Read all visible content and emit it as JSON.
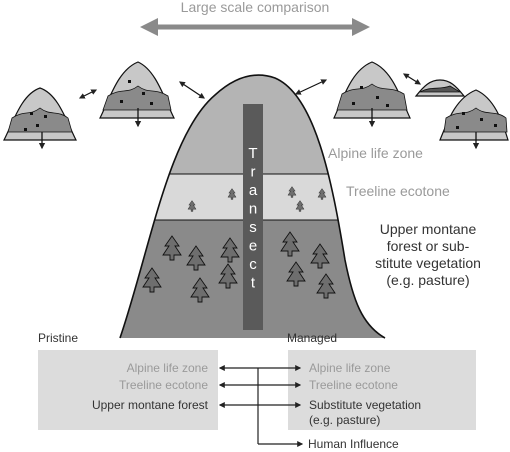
{
  "top": {
    "title": "Large scale comparison"
  },
  "mountain": {
    "zones": {
      "alpine": "Alpine life zone",
      "treeline": "Treeline ecotone",
      "forest_lines": [
        "Upper montane",
        "forest or sub-",
        "stitute vegetation",
        "(e.g. pasture)"
      ]
    },
    "transect_letters": [
      "T",
      "r",
      "a",
      "n",
      "s",
      "e",
      "c",
      "t"
    ]
  },
  "comparison": {
    "pristine_label": "Pristine",
    "managed_label": "Managed",
    "pristine_rows": [
      "Alpine life zone",
      "Treeline ecotone",
      "Upper montane forest"
    ],
    "managed_rows": [
      "Alpine life zone",
      "Treeline ecotone",
      "Substitute vegetation",
      "(e.g. pasture)"
    ],
    "human_influence": "Human Influence"
  },
  "colors": {
    "alpine": "#b4b4b4",
    "treeline": "#d9d9d9",
    "forest": "#8a8a8a",
    "transect": "#5a5a5a",
    "box": "#dcdcdc",
    "grey_text": "#9a9a9a",
    "dark_text": "#333333",
    "arrow": "#222222"
  }
}
